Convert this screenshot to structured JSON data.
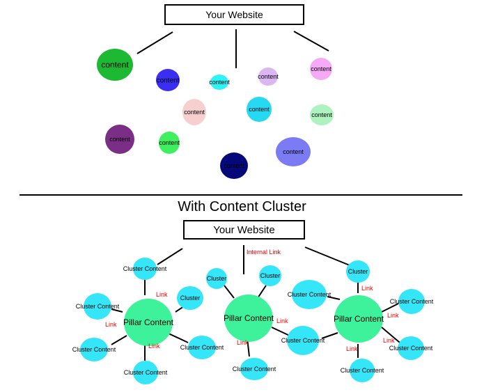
{
  "top": {
    "website_label": "Your Website",
    "content_label": "content",
    "content_items": [
      {
        "color": "#1db932"
      },
      {
        "color": "#3a2ef2"
      },
      {
        "color": "#2ef3f7"
      },
      {
        "color": "#dcb6f2"
      },
      {
        "color": "#f6a9f6"
      },
      {
        "color": "#f8cfcf"
      },
      {
        "color": "#26d9f2"
      },
      {
        "color": "#aef2bf"
      },
      {
        "color": "#7b2e85"
      },
      {
        "color": "#3ef060"
      },
      {
        "color": "#06087a"
      },
      {
        "color": "#7b7bf4"
      }
    ]
  },
  "bottom": {
    "title": "With Content Cluster",
    "website_label": "Your Website",
    "internal_link_label": "Internal Link",
    "link_label": "Link",
    "pillar_label": "Pillar Content",
    "cluster_content_label": "Cluster Content",
    "cluster_label": "Cluster",
    "colors": {
      "pillar": "#3df29a",
      "cluster": "#34e6f8",
      "link": "#e60000"
    }
  }
}
